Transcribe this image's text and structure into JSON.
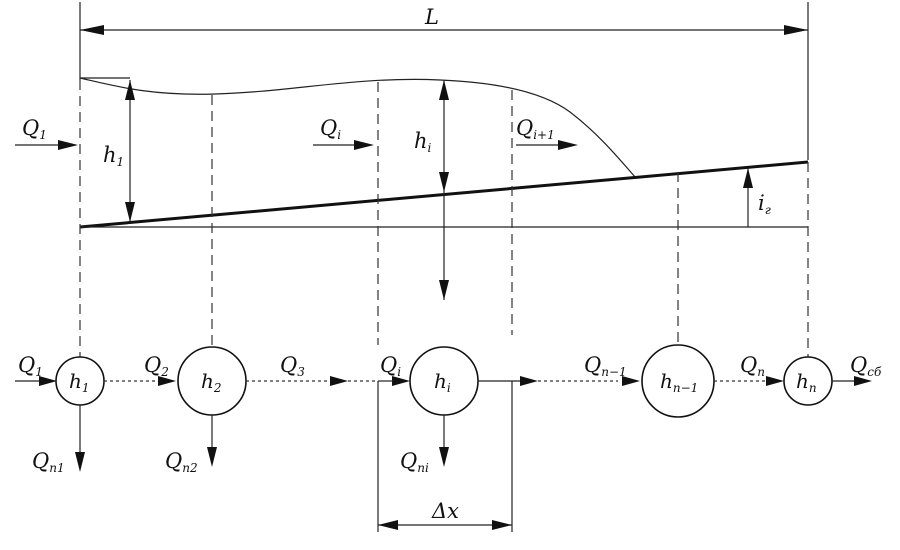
{
  "labels": {
    "length": "L",
    "q1_top": {
      "main": "Q",
      "sub": "1"
    },
    "qi_top": {
      "main": "Q",
      "sub": "i"
    },
    "qi1_top": {
      "main": "Q",
      "sub": "i+1"
    },
    "h1_top": {
      "main": "h",
      "sub": "1"
    },
    "hi_top": {
      "main": "h",
      "sub": "i"
    },
    "slope": {
      "main": "i",
      "sub": "г"
    },
    "q1_bot": {
      "main": "Q",
      "sub": "1"
    },
    "q2_bot": {
      "main": "Q",
      "sub": "2"
    },
    "q3_bot": {
      "main": "Q",
      "sub": "3"
    },
    "qi_bot": {
      "main": "Q",
      "sub": "i"
    },
    "qn1_bot": {
      "main": "Q",
      "sub": "n−1"
    },
    "qn_bot": {
      "main": "Q",
      "sub": "n"
    },
    "qsb_bot": {
      "main": "Q",
      "sub": "сб"
    },
    "qn1_out": {
      "main": "Q",
      "sub": "n1"
    },
    "qn2_out": {
      "main": "Q",
      "sub": "n2"
    },
    "qni_out": {
      "main": "Q",
      "sub": "ni"
    },
    "dx": "Δx"
  },
  "nodes": [
    {
      "main": "h",
      "sub": "1"
    },
    {
      "main": "h",
      "sub": "2"
    },
    {
      "main": "h",
      "sub": "i"
    },
    {
      "main": "h",
      "sub": "n−1"
    },
    {
      "main": "h",
      "sub": "n"
    }
  ]
}
